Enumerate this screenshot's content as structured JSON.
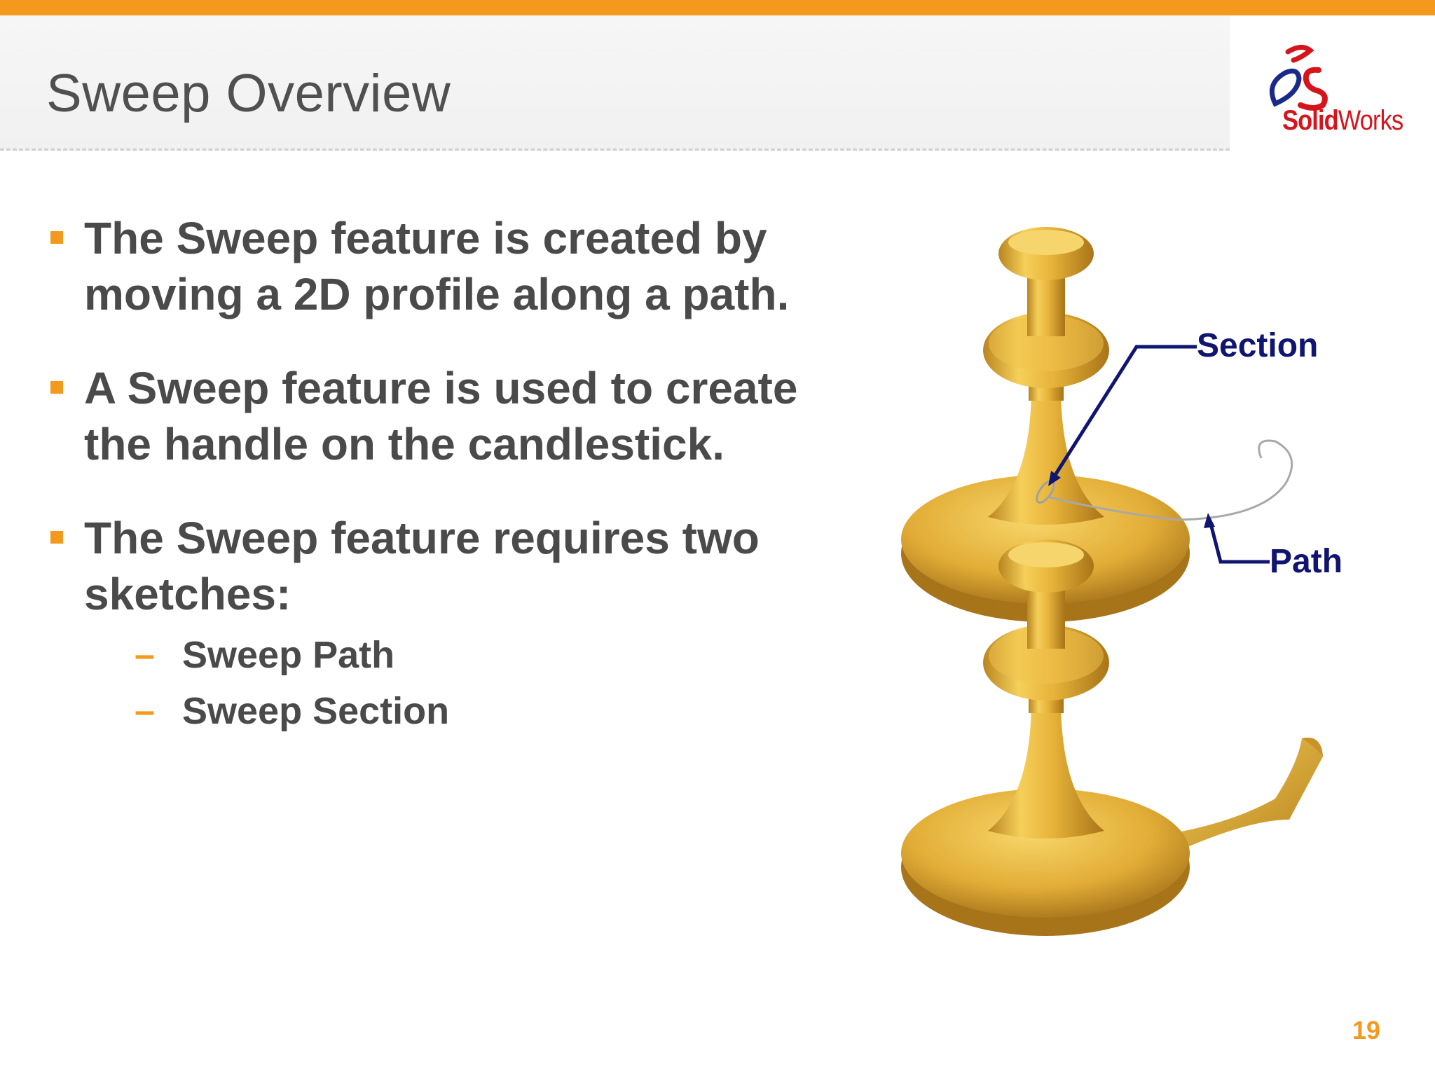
{
  "slide": {
    "title": "Sweep Overview",
    "logo_text_bold": "Solid",
    "logo_text_regular": "Works",
    "page_number": "19"
  },
  "bullets": [
    {
      "text": "The Sweep feature is created by moving a 2D profile along a path."
    },
    {
      "text": "A Sweep feature is used to create the handle on the candlestick."
    },
    {
      "text": "The Sweep feature requires two sketches:"
    }
  ],
  "sub_bullets": [
    {
      "text": "Sweep Path"
    },
    {
      "text": "Sweep Section"
    }
  ],
  "figure": {
    "section_label": "Section",
    "path_label": "Path"
  },
  "colors": {
    "accent": "#f39a1e",
    "title": "#505050",
    "body_text": "#4a4a4a",
    "callout": "#0f1570",
    "logo_red": "#d6141c",
    "logo_blue": "#1a2a8a",
    "brass": "#e6b23c"
  },
  "icons": [
    "bullet-square",
    "dash",
    "ds-logo"
  ]
}
